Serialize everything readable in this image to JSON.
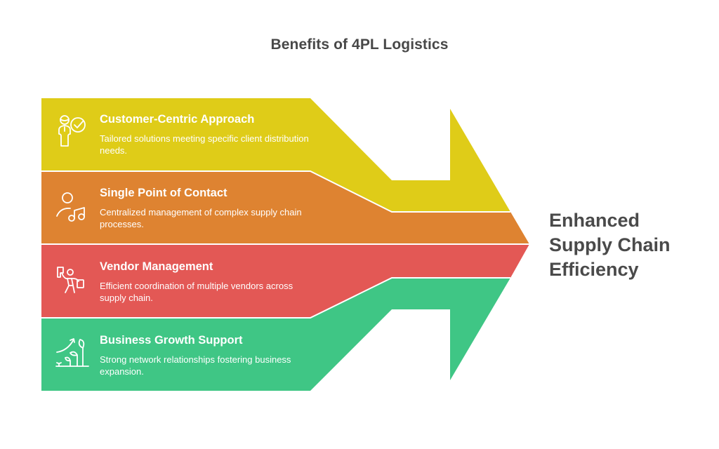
{
  "title": "Benefits of 4PL Logistics",
  "outcome": {
    "lines": [
      "Enhanced",
      "Supply Chain",
      "Efficiency"
    ]
  },
  "colors": {
    "yellow": "#DFCC18",
    "orange": "#DE8331",
    "red": "#E35855",
    "green": "#3FC685",
    "title_text": "#484848",
    "outcome_text": "#4a4a4a"
  },
  "benefits": [
    {
      "heading": "Customer-Centric Approach",
      "description": "Tailored solutions meeting specific client distribution needs.",
      "icon": "customer-check-icon",
      "color": "#DFCC18"
    },
    {
      "heading": "Single Point of Contact",
      "description": "Centralized management of complex supply chain processes.",
      "icon": "person-music-icon",
      "color": "#DE8331"
    },
    {
      "heading": "Vendor Management",
      "description": "Efficient coordination of multiple vendors across supply chain.",
      "icon": "person-juggling-boxes-icon",
      "color": "#E35855"
    },
    {
      "heading": "Business Growth Support",
      "description": "Strong network relationships fostering business expansion.",
      "icon": "growth-plant-icon",
      "color": "#3FC685"
    }
  ]
}
